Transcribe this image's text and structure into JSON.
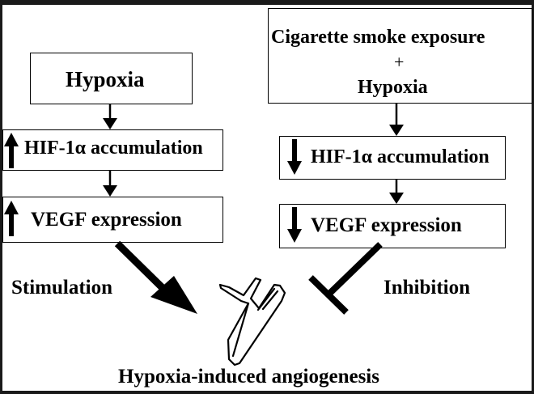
{
  "left_path": {
    "box1": "Hypoxia",
    "box2": "HIF-1α accumulation",
    "box3": "VEGF expression",
    "effect_label": "Stimulation",
    "direction": "up"
  },
  "right_path": {
    "box1_line1": "Cigarette smoke exposure",
    "box1_plus": "+",
    "box1_line2": "Hypoxia",
    "box2": "HIF-1α accumulation",
    "box3": "VEGF expression",
    "effect_label": "Inhibition",
    "direction": "down"
  },
  "outcome": "Hypoxia-induced angiogenesis"
}
